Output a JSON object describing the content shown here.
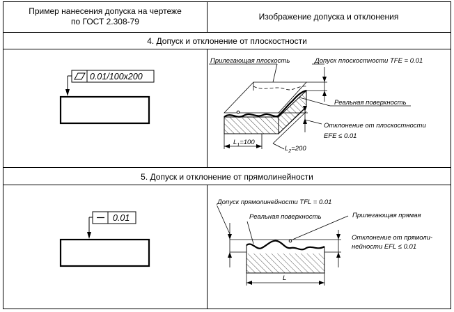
{
  "header": {
    "col1_line1": "Пример нанесения допуска на чертеже",
    "col1_line2": "по ГОСТ 2.308-79",
    "col2": "Изображение допуска и отклонения"
  },
  "section4": {
    "title": "4. Допуск и отклонение от плоскостности",
    "frame_value": "0.01/100x200",
    "frame_symbol": "flatness-parallelogram-icon",
    "labels": {
      "adjacent_plane": "Прилегающая плоскость",
      "tolerance": "Допуск плоскостности TFE = 0.01",
      "real_surface": "Реальная поверхность",
      "deviation_line1": "Отклонение от плоскостности",
      "deviation_line2": "EFE ≤ 0.01",
      "l1": "L",
      "l1_sub": "1",
      "l1_val": "=100",
      "l2": "L",
      "l2_sub": "2",
      "l2_val": "=200"
    }
  },
  "section5": {
    "title": "5. Допуск и отклонение от прямолинейности",
    "frame_value": "0.01",
    "frame_symbol": "straightness-dash-icon",
    "labels": {
      "tolerance": "Допуск прямолинейности TFL = 0.01",
      "real_surface": "Реальная поверхность",
      "adjacent_line": "Прилегающая прямая",
      "deviation_line1": "Отклонение от прямоли-",
      "deviation_line2": "нейности EFL ≤ 0.01",
      "length": "L"
    }
  }
}
